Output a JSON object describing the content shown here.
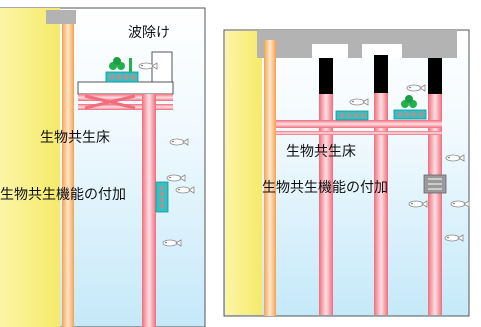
{
  "left_panel": {
    "wave_barrier_label": "波除け",
    "habitat_floor_label": "生物共生床",
    "function_label": "生物共生機能の付加"
  },
  "right_panel": {
    "habitat_floor_label": "生物共生床",
    "function_label": "生物共生機能の付加"
  },
  "colors": {
    "water_top": "#ffffff",
    "water_bottom": "#c5e9f9",
    "pile_red": "#f26d7d",
    "pile_light": "#fde0e4",
    "sea_wall": "#f8f08a",
    "deck_gray": "#b3b3b3",
    "habitat_teal": "#2ec4c4",
    "plant_green": "#22b14c"
  }
}
